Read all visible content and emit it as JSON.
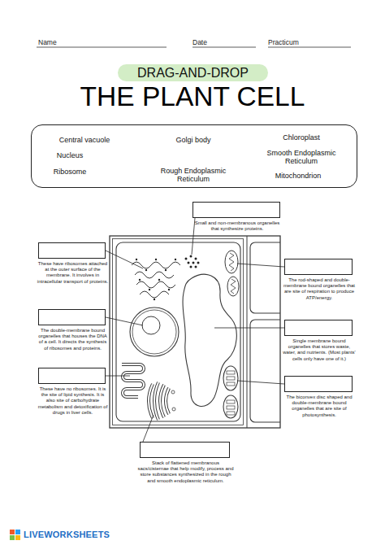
{
  "diagram": {
    "title": "THE PLANT CELL",
    "nodes": [
      {
        "text": [
          "DRAG-AND-DROP"
        ]
      },
      {
        "text": [
          "Central vacuole",
          "Golgi body",
          "Chloroplast",
          "Nucleus",
          "Smooth Endoplasmic Reticulum",
          "Ribosome",
          "Rough Endoplasmic Reticulum",
          "Mitochondrion"
        ]
      },
      {
        "text": [
          "Small and non-membranous organelles that synthesize proteins."
        ]
      },
      {
        "text": [
          "These have ribosomes attached at the outer surface of the membrane. It involves in intracellular transport of proteins."
        ]
      },
      {
        "text": [
          "The rod-shaped and double-membrane bound organelles that are site of respiration to produce ATP/energy."
        ]
      },
      {
        "text": [
          "The double-membrane bound organelles that houses the DNA of a cell. It directs the synthesis of ribosomes and proteins."
        ]
      },
      {
        "text": [
          "Single membrane bound organelles that stores waste, water, and nutrients. (Most plants' cells only have one of it.)"
        ]
      },
      {
        "text": [
          "These have no ribosomes. It is the site of lipid synthesis. It is also site of carbohydrate metabolism and detoxification of drugs in liver cells."
        ]
      },
      {
        "text": [
          "The biconvex disc shaped and double-membrane bound organelles that are site of photosynthesis."
        ]
      },
      {
        "text": [
          "Stack of flattened membranous sacs/cisternae that help modify, process and store substances synthesized in the rough and smooth endoplasmic reticulum."
        ]
      }
    ],
    "labels": [
      "Name",
      "Date",
      "Practicum",
      "LIVEWORKSHEETS"
    ]
  }
}
